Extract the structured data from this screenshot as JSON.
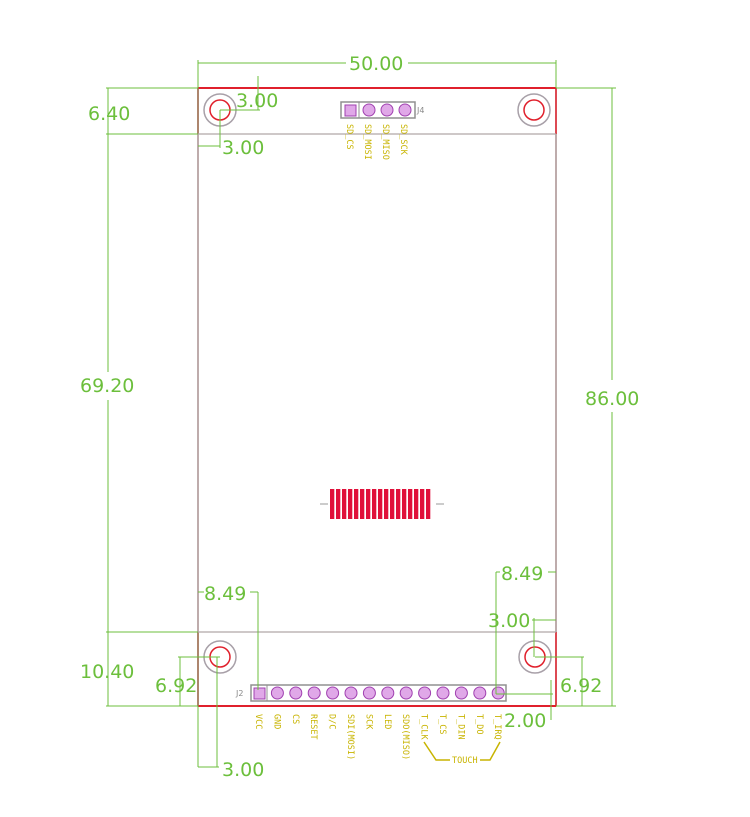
{
  "board": {
    "outline_color": "#a89090",
    "edge_color": "#e0202c",
    "dim_color": "#6cbf3c",
    "pin_label_color": "#c8b400",
    "pad_fill": "#e0a8e8",
    "pad_stroke": "#a040b0"
  },
  "dimensions": {
    "width": "50.00",
    "height": "86.00",
    "active_area": "69.20",
    "top_margin": "6.40",
    "bottom_margin": "10.40",
    "hole_top_x": "3.00",
    "hole_top_y": "3.00",
    "hole_bottom_left_x": "3.00",
    "hole_bottom_left_y": "6.92",
    "hole_bottom_right_x": "3.00",
    "hole_bottom_right_y": "6.92",
    "j2_left_offset": "8.49",
    "j2_right_offset": "8.49",
    "j2_bottom_offset": "2.00"
  },
  "connectors": {
    "j4": {
      "label": "J4",
      "pins": [
        "SD_CS",
        "SD_MOSI",
        "SD_MISO",
        "SD_SCK"
      ]
    },
    "j2": {
      "label": "J2",
      "pins": [
        "VCC",
        "GND",
        "CS",
        "RESET",
        "D/C",
        "SDI(MOSI)",
        "SCK",
        "LED",
        "SDO(MISO)",
        "T_CLK",
        "T_CS",
        "T_DIN",
        "T_DO",
        "T_IRQ"
      ],
      "group_label": "TOUCH"
    }
  },
  "fpc": {
    "bar_count": 17
  }
}
